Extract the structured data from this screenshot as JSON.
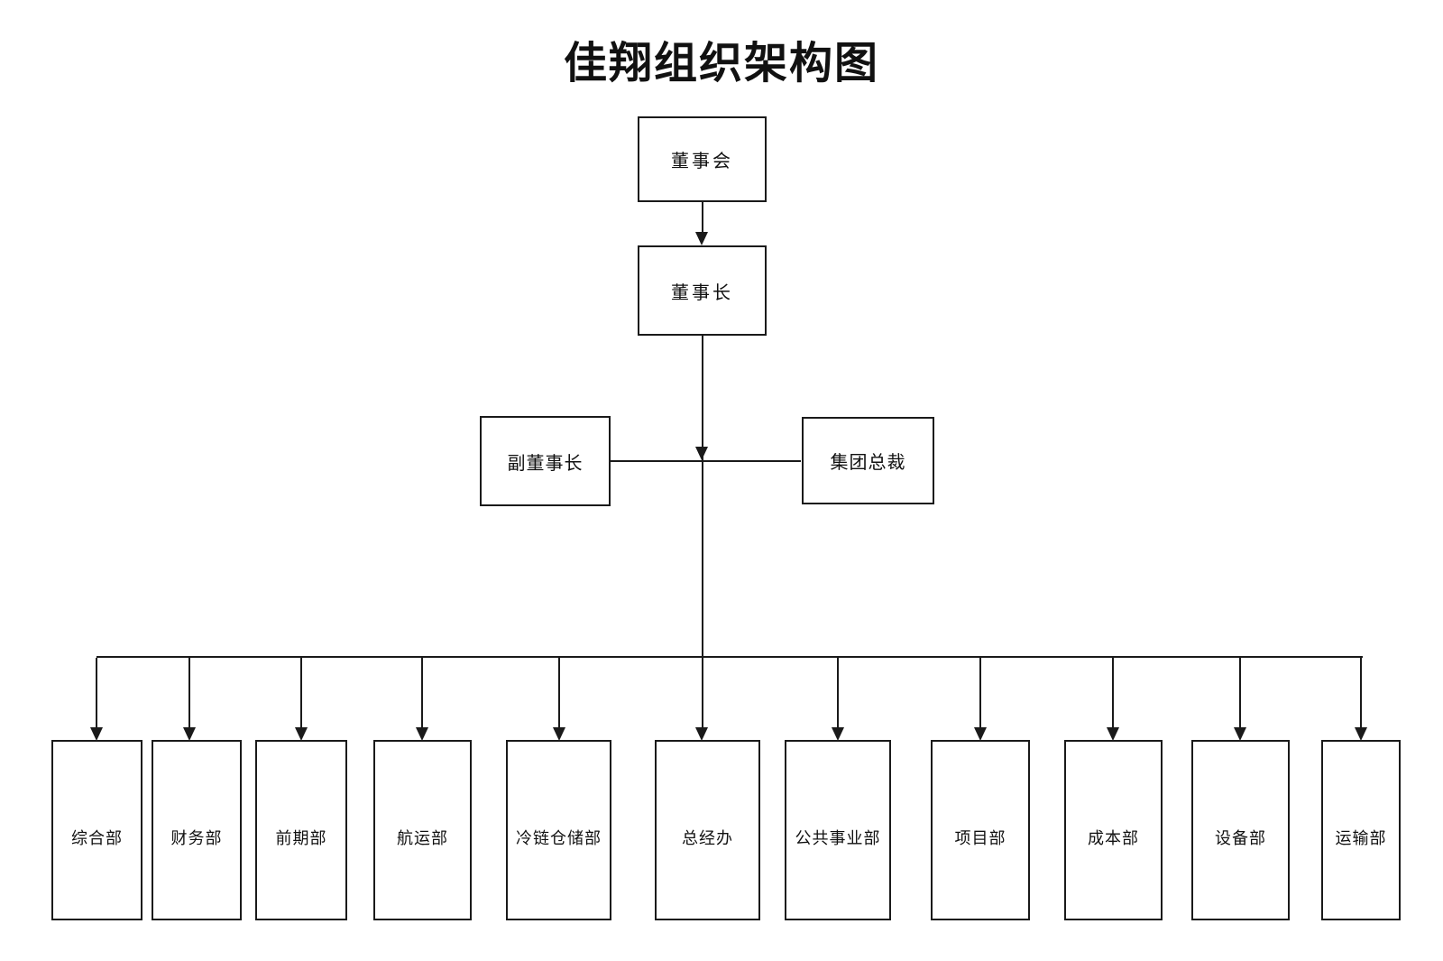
{
  "title": "佳翔组织架构图",
  "nodes": {
    "board": {
      "label": "董事会"
    },
    "chairman": {
      "label": "董事长"
    },
    "vice_chairman": {
      "label": "副董事长"
    },
    "president": {
      "label": "集团总裁"
    }
  },
  "departments": [
    {
      "label": "综合部"
    },
    {
      "label": "财务部"
    },
    {
      "label": "前期部"
    },
    {
      "label": "航运部"
    },
    {
      "label": "冷链仓储部"
    },
    {
      "label": "总经办"
    },
    {
      "label": "公共事业部"
    },
    {
      "label": "项目部"
    },
    {
      "label": "成本部"
    },
    {
      "label": "设备部"
    },
    {
      "label": "运输部"
    }
  ],
  "colors": {
    "line": "#1a1a1a",
    "text": "#111111",
    "background": "#ffffff"
  }
}
